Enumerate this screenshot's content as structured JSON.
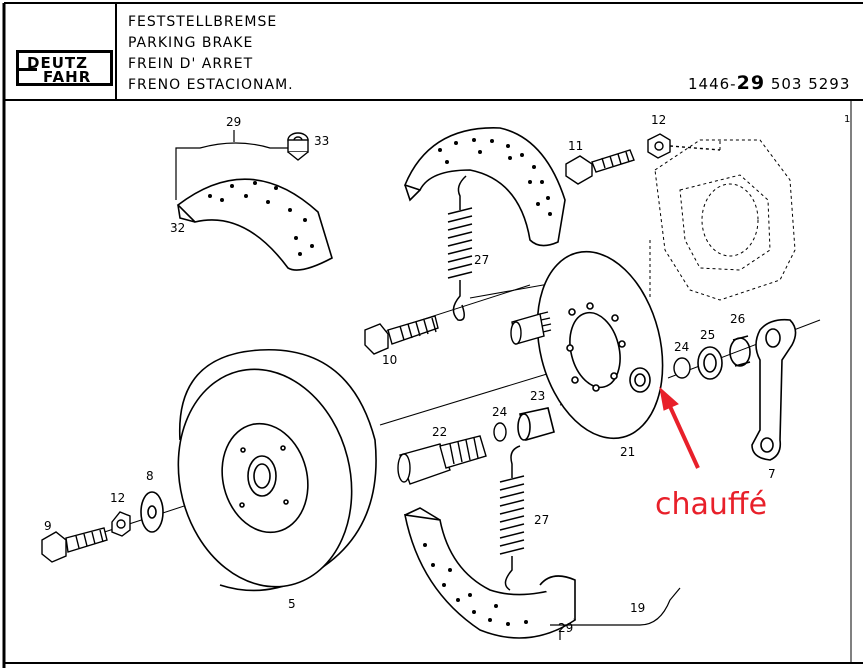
{
  "header": {
    "lines": [
      "FESTSTELLBREMSE",
      "PARKING  BRAKE",
      "FREIN D' ARRET",
      "FRENO ESTACIONAM."
    ],
    "logo_line1": "DEUTZ",
    "logo_line2": "FAHR",
    "part_prefix": "1446-",
    "part_bold": "29",
    "part_suffix": " 503  5293",
    "sheet_number": "1"
  },
  "callouts": {
    "c29_top": "29",
    "c33": "33",
    "c32": "32",
    "c11": "11",
    "c12_top": "12",
    "c27_top": "27",
    "c10": "10",
    "c24_right": "24",
    "c25": "25",
    "c26": "26",
    "c21": "21",
    "c7": "7",
    "c23": "23",
    "c24_mid": "24",
    "c22": "22",
    "c8": "8",
    "c12_left": "12",
    "c9": "9",
    "c5": "5",
    "c27_bottom": "27",
    "c19": "19",
    "c29_bottom": "29"
  },
  "annotation": {
    "text": "chauffé",
    "color": "#e8202a"
  }
}
